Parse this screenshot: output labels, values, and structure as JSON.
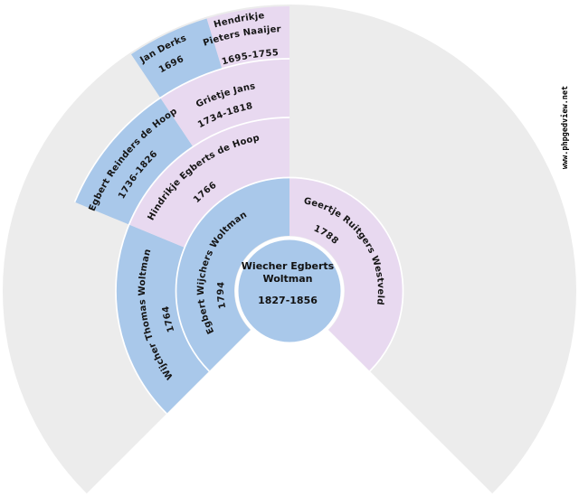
{
  "watermark": "www.phpgedview.net",
  "colors": {
    "male_fill": "#a9c8ea",
    "female_fill": "#e8d9f0",
    "fan_background": "#ececec",
    "separator": "#ffffff",
    "text": "#161616",
    "page_background": "#ffffff"
  },
  "center_person": {
    "name_line1": "Wiecher Egberts",
    "name_line2": "Woltman",
    "dates": "1827-1856",
    "sex": "male"
  },
  "people": {
    "father": {
      "name": "Egbert Wijchers Woltman",
      "dates": "1794",
      "sex": "male"
    },
    "mother": {
      "name": "Geertje Ruitgers Westveld",
      "dates": "1788",
      "sex": "female"
    },
    "paternal_grandfather": {
      "name": "Wijcher Thomas Woltman",
      "dates": "1764",
      "sex": "male"
    },
    "paternal_grandmother": {
      "name": "Hindrikje Egberts de Hoop",
      "dates": "1766",
      "sex": "female"
    },
    "great_grandfather": {
      "name": "Egbert Reinders de Hoop",
      "dates": "1736-1826",
      "sex": "male"
    },
    "great_grandmother": {
      "name": "Grietje Jans",
      "dates": "1734-1818",
      "sex": "female"
    },
    "gg_grandfather": {
      "name": "Jan Derks",
      "dates": "1696",
      "sex": "male"
    },
    "gg_grandmother": {
      "name_line1": "Hendrikje",
      "name_line2": "Pieters Naaijer",
      "dates": "1695-1755",
      "sex": "female"
    }
  }
}
